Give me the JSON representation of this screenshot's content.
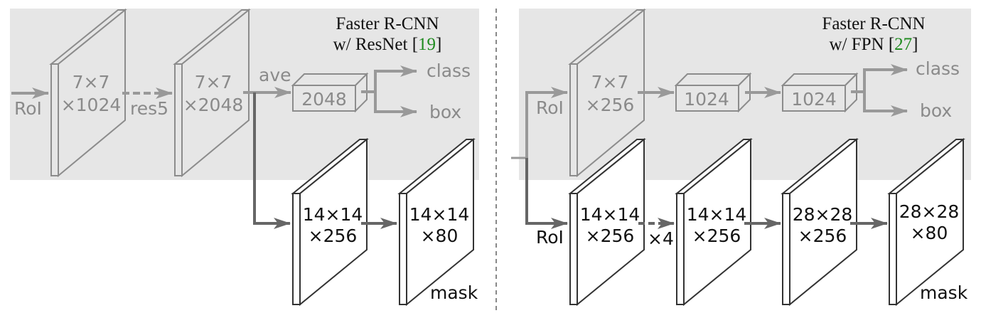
{
  "colors": {
    "panel_bg": "#e6e6e6",
    "gray_stroke": "#8c8c8c",
    "gray_arrow": "#999999",
    "dark_stroke": "#333333",
    "dark_arrow": "#666666",
    "citation": "#1e8a1e"
  },
  "left": {
    "title_line1": "Faster R-CNN",
    "title_line2_prefix": "w/ ResNet [",
    "title_cite": "19",
    "title_line2_suffix": "]",
    "input_label": "RoI",
    "plate1_line1": "7×7",
    "plate1_line2": "×1024",
    "op_res5": "res5",
    "plate2_line1": "7×7",
    "plate2_line2": "×2048",
    "op_ave": "ave",
    "fc_label": "2048",
    "out_class": "class",
    "out_box": "box",
    "mask_plate1_line1": "14×14",
    "mask_plate1_line2": "×256",
    "mask_plate2_line1": "14×14",
    "mask_plate2_line2": "×80",
    "mask_label": "mask"
  },
  "right": {
    "title_line1": "Faster R-CNN",
    "title_line2_prefix": "w/ FPN [",
    "title_cite": "27",
    "title_line2_suffix": "]",
    "input_label_top": "RoI",
    "plate1_line1": "7×7",
    "plate1_line2": "×256",
    "fc1_label": "1024",
    "fc2_label": "1024",
    "out_class": "class",
    "out_box": "box",
    "input_label_bottom": "RoI",
    "mask_plate1_line1": "14×14",
    "mask_plate1_line2": "×256",
    "op_x4": "×4",
    "mask_plate2_line1": "14×14",
    "mask_plate2_line2": "×256",
    "mask_plate3_line1": "28×28",
    "mask_plate3_line2": "×256",
    "mask_plate4_line1": "28×28",
    "mask_plate4_line2": "×80",
    "mask_label": "mask"
  }
}
